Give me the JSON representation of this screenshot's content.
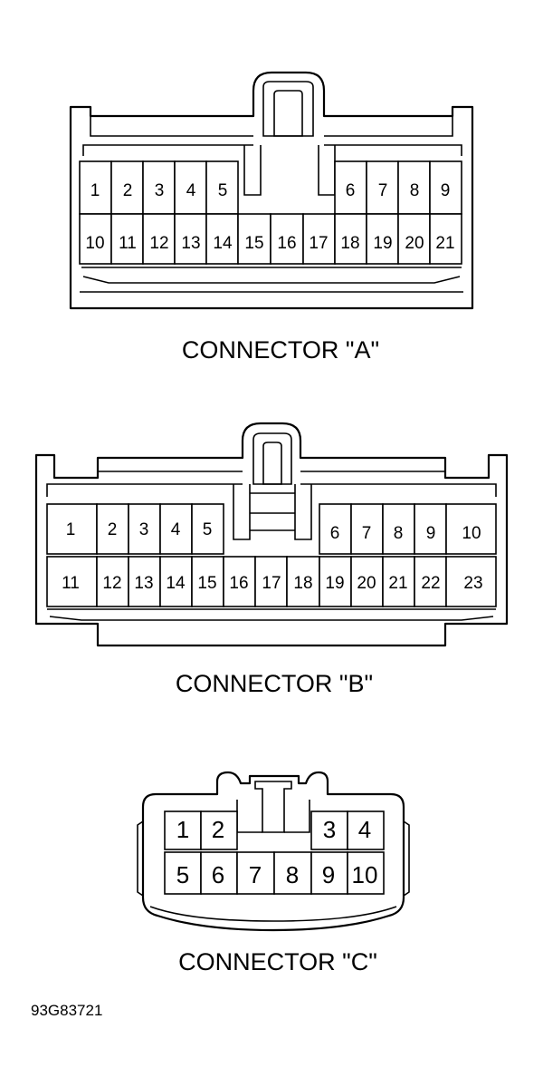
{
  "connector_a": {
    "caption": "CONNECTOR \"A\"",
    "pins_top": [
      "1",
      "2",
      "3",
      "4",
      "5",
      "6",
      "7",
      "8",
      "9"
    ],
    "pins_bottom": [
      "10",
      "11",
      "12",
      "13",
      "14",
      "15",
      "16",
      "17",
      "18",
      "19",
      "20",
      "21"
    ]
  },
  "connector_b": {
    "caption": "CONNECTOR \"B\"",
    "pins_top": [
      "1",
      "2",
      "3",
      "4",
      "5",
      "6",
      "7",
      "8",
      "9",
      "10"
    ],
    "pins_bottom": [
      "11",
      "12",
      "13",
      "14",
      "15",
      "16",
      "17",
      "18",
      "19",
      "20",
      "21",
      "22",
      "23"
    ]
  },
  "connector_c": {
    "caption": "CONNECTOR \"C\"",
    "pins_top": [
      "1",
      "2",
      "3",
      "4"
    ],
    "pins_bottom": [
      "5",
      "6",
      "7",
      "8",
      "9",
      "10"
    ]
  },
  "figure_id": "93G83721"
}
